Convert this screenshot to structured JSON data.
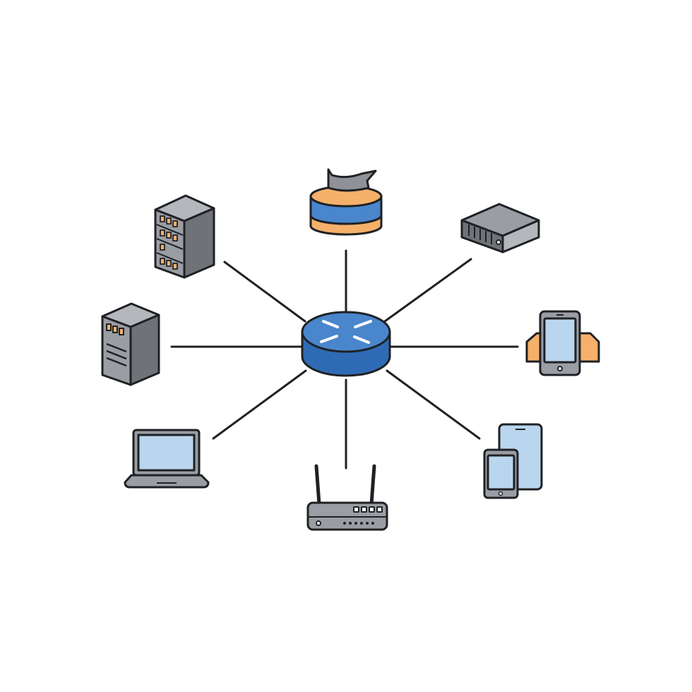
{
  "diagram": {
    "type": "star-network",
    "hub": {
      "icon": "router-hub-icon"
    },
    "nodes": [
      {
        "id": "database",
        "icon": "database-icon"
      },
      {
        "id": "dvr",
        "icon": "dvr-box-icon"
      },
      {
        "id": "phone-stand",
        "icon": "smartphone-stand-icon"
      },
      {
        "id": "mobile-devices",
        "icon": "phone-tablet-icon"
      },
      {
        "id": "wifi-router",
        "icon": "wifi-router-icon"
      },
      {
        "id": "laptop",
        "icon": "laptop-icon"
      },
      {
        "id": "server-tower",
        "icon": "server-tower-icon"
      },
      {
        "id": "server-rack",
        "icon": "server-rack-icon"
      }
    ]
  },
  "colors": {
    "blue": "#4a86cc",
    "blue_dark": "#2f6bb5",
    "orange": "#f5b06a",
    "gray": "#9a9da3",
    "gray_dark": "#6f7378",
    "screen": "#b9d6ee",
    "stroke": "#1f2124"
  }
}
